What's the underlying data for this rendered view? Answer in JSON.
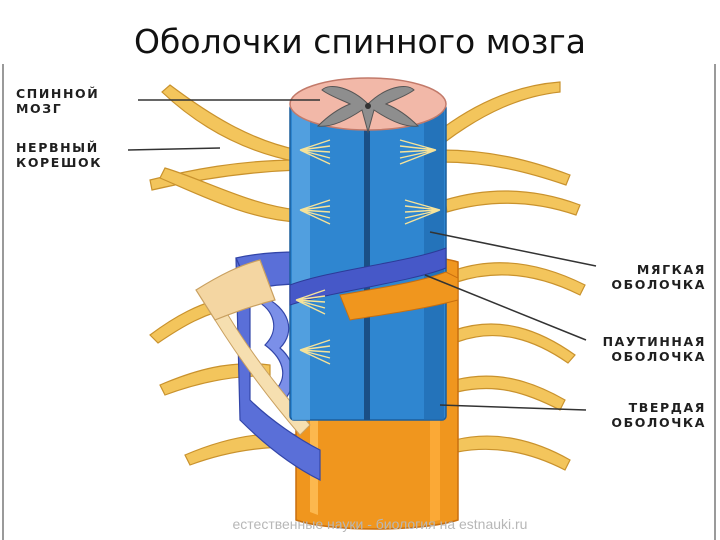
{
  "title": "Оболочки спинного мозга",
  "labels": {
    "spinal_cord": "СПИННОЙ\nМОЗГ",
    "nerve_root": "НЕРВНЫЙ\nКОРЕШОК",
    "pia_mater": "МЯГКАЯ\nОБОЛОЧКА",
    "arachnoid": "ПАУТИННАЯ\nОБОЛОЧКА",
    "dura_mater": "ТВЕРДАЯ\nОБОЛОЧКА"
  },
  "watermark": "естественные науки - биология на estnauki.ru",
  "colors": {
    "dura": "#f0961e",
    "arachnoid": "#5a6fd8",
    "pia_cord": "#2f86d0",
    "nerve": "#f3c55c",
    "gray_matter": "#8e8e8e",
    "white_matter": "#f2b8a8"
  }
}
